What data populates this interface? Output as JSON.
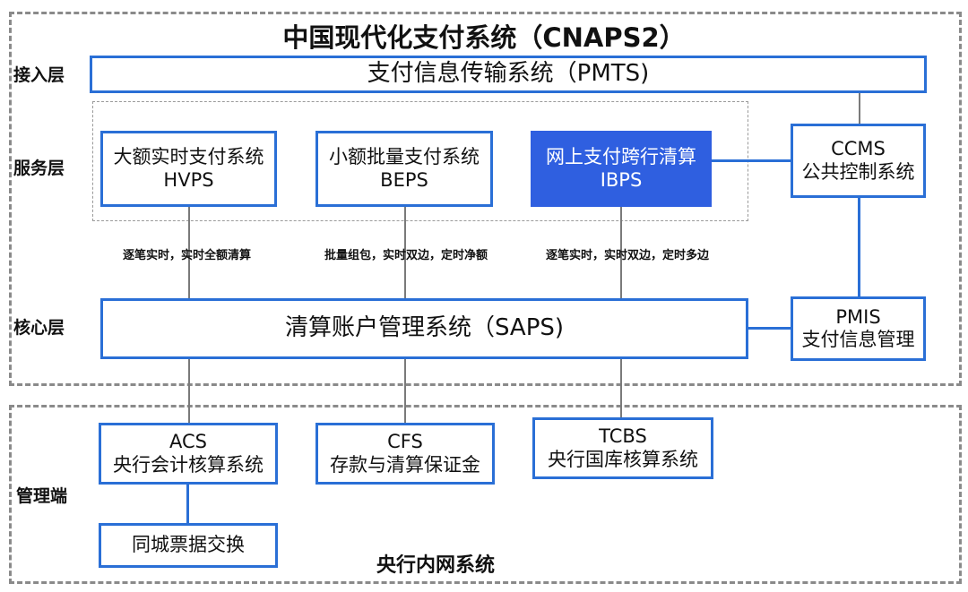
{
  "title": "中国现代化支付系统（CNAPS2）",
  "layers": {
    "access": "接入层",
    "service": "服务层",
    "core": "核心层",
    "management": "管理端"
  },
  "boxes": {
    "pmts": "支付信息传输系统（PMTS)",
    "hvps": {
      "line1": "大额实时支付系统",
      "line2": "HVPS"
    },
    "beps": {
      "line1": "小额批量支付系统",
      "line2": "BEPS"
    },
    "ibps": {
      "line1": "网上支付跨行清算",
      "line2": "IBPS"
    },
    "ccms": {
      "line1": "CCMS",
      "line2": "公共控制系统"
    },
    "saps": "清算账户管理系统（SAPS)",
    "pmis": {
      "line1": "PMIS",
      "line2": "支付信息管理"
    },
    "acs": {
      "line1": "ACS",
      "line2": "央行会计核算系统"
    },
    "cfs": {
      "line1": "CFS",
      "line2": "存款与清算保证金"
    },
    "tcbs": {
      "line1": "TCBS",
      "line2": "央行国库核算系统"
    },
    "clearing": "同城票据交换"
  },
  "annotations": {
    "hvps": "逐笔实时，实时全额清算",
    "beps": "批量组包，实时双边，定时净额",
    "ibps": "逐笔实时，实时双边，定时多边"
  },
  "intranet_label": "央行内网系统",
  "colors": {
    "accent_blue": "#2a6fd6",
    "ibps_fill": "#2f5fe0",
    "dashed_border": "#8a8a8a"
  }
}
